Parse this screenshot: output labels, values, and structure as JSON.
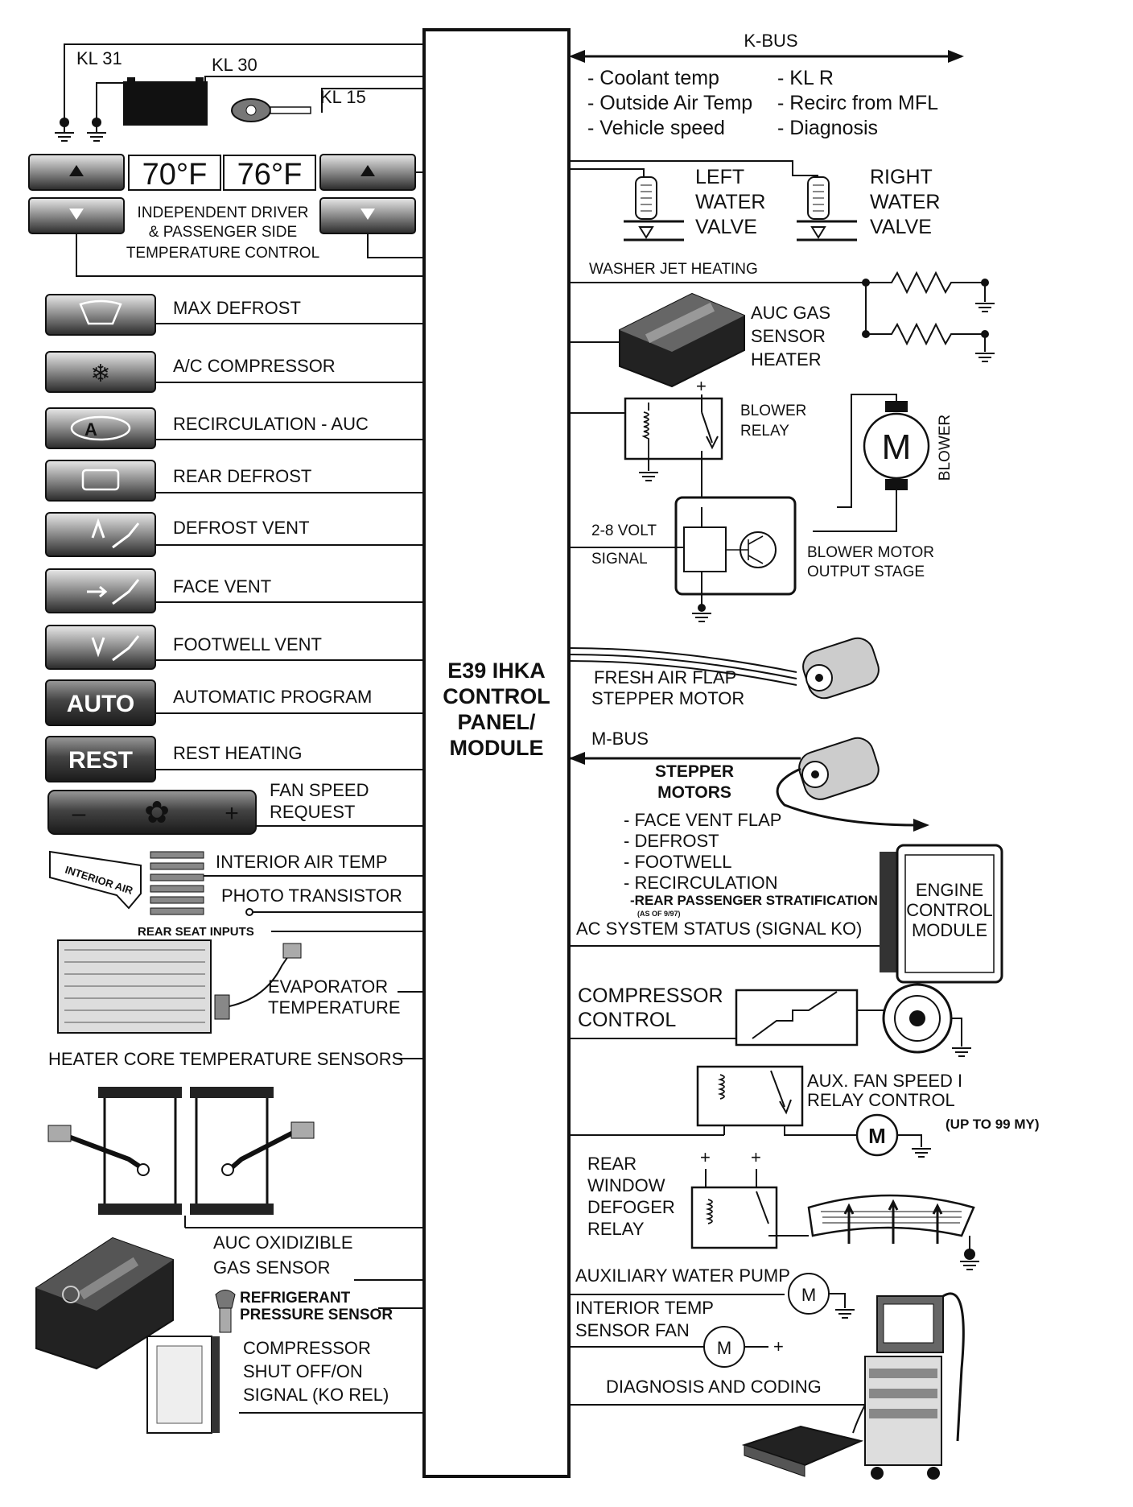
{
  "module": {
    "line1": "E39 IHKA",
    "line2": "CONTROL",
    "line3": "PANEL/",
    "line4": "MODULE"
  },
  "top": {
    "kl31": "KL 31",
    "kl30": "KL 30",
    "kl15": "KL 15",
    "kbus": "K-BUS",
    "kbus_items_left": [
      "- Coolant temp",
      "- Outside Air Temp",
      "- Vehicle speed"
    ],
    "kbus_items_right": [
      "- KL R",
      "- Recirc from MFL",
      "- Diagnosis"
    ]
  },
  "temp_control": {
    "driver_temp": "70°F",
    "passenger_temp": "76°F",
    "label": [
      "INDEPENDENT DRIVER",
      "& PASSENGER SIDE",
      "TEMPERATURE CONTROL"
    ]
  },
  "left_buttons": [
    {
      "label": "MAX DEFROST"
    },
    {
      "label": "A/C COMPRESSOR"
    },
    {
      "label": "RECIRCULATION - AUC"
    },
    {
      "label": "REAR DEFROST"
    },
    {
      "label": "DEFROST VENT"
    },
    {
      "label": "FACE VENT"
    },
    {
      "label": "FOOTWELL VENT"
    },
    {
      "label": "AUTOMATIC PROGRAM",
      "button_text": "AUTO"
    },
    {
      "label": "REST HEATING",
      "button_text": "REST"
    }
  ],
  "fan_speed": {
    "label": [
      "FAN SPEED",
      "REQUEST"
    ],
    "minus": "–",
    "plus": "+"
  },
  "sensors_left": {
    "interior_air_tag": "INTERIOR AIR",
    "interior_air_temp": "INTERIOR AIR TEMP",
    "photo_transistor": "PHOTO TRANSISTOR",
    "rear_seat_inputs": "REAR SEAT INPUTS",
    "evaporator": [
      "EVAPORATOR",
      "TEMPERATURE"
    ],
    "heater_core": "HEATER CORE TEMPERATURE SENSORS",
    "auc_sensor": [
      "AUC OXIDIZIBLE",
      "GAS SENSOR"
    ],
    "refrigerant": [
      "REFRIGERANT",
      "PRESSURE SENSOR"
    ],
    "compressor_shutoff": [
      "COMPRESSOR",
      "SHUT OFF/ON",
      "SIGNAL (KO REL)"
    ]
  },
  "right": {
    "left_valve": [
      "LEFT",
      "WATER",
      "VALVE"
    ],
    "right_valve": [
      "RIGHT",
      "WATER",
      "VALVE"
    ],
    "washer_jet": "WASHER JET HEATING",
    "auc_heater": [
      "AUC GAS",
      "SENSOR",
      "HEATER"
    ],
    "blower_relay": [
      "BLOWER",
      "RELAY"
    ],
    "blower": "BLOWER",
    "motor_m": "M",
    "signal": [
      "2-8 VOLT",
      "SIGNAL"
    ],
    "output_stage": [
      "BLOWER MOTOR",
      "OUTPUT STAGE"
    ],
    "fresh_air": [
      "FRESH AIR FLAP",
      "STEPPER MOTOR"
    ],
    "mbus": "M-BUS",
    "stepper_title": [
      "STEPPER",
      "MOTORS"
    ],
    "stepper_items": [
      "- FACE VENT FLAP",
      "- DEFROST",
      "- FOOTWELL",
      "- RECIRCULATION"
    ],
    "stratification": "-REAR PASSENGER STRATIFICATION",
    "as_of": "(AS OF 9/97)",
    "ac_status": "AC SYSTEM STATUS (SIGNAL KO)",
    "ecm": [
      "ENGINE",
      "CONTROL",
      "MODULE"
    ],
    "compressor_control": [
      "COMPRESSOR",
      "CONTROL"
    ],
    "aux_fan": [
      "AUX. FAN SPEED I",
      "RELAY CONTROL"
    ],
    "up_to": "(UP TO 99 MY)",
    "rear_window": [
      "REAR",
      "WINDOW",
      "DEFOGER",
      "RELAY"
    ],
    "aux_pump": "AUXILIARY WATER PUMP",
    "interior_fan": [
      "INTERIOR TEMP",
      "SENSOR FAN"
    ],
    "diagnosis": "DIAGNOSIS AND CODING",
    "plus": "+"
  }
}
